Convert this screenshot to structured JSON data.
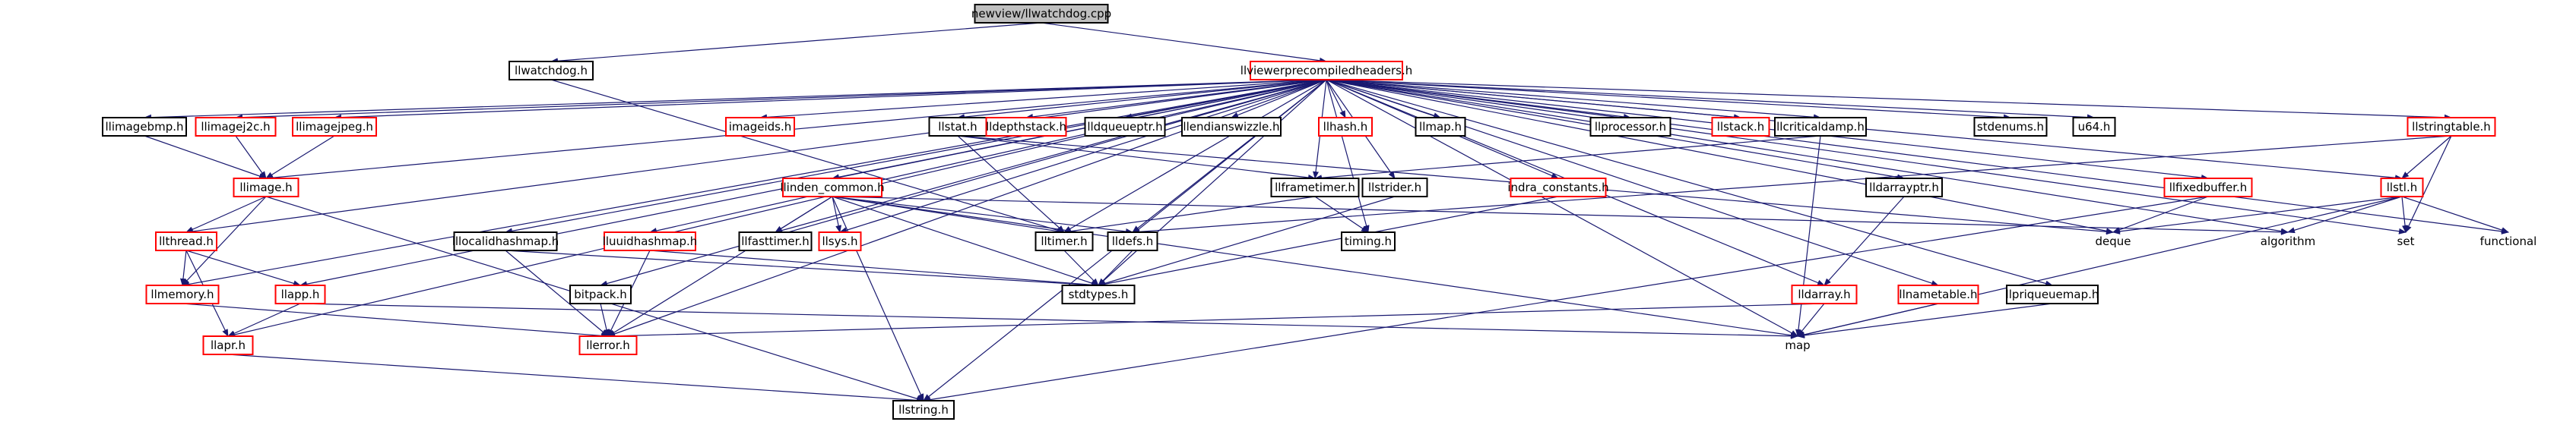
{
  "graph": {
    "nodes": [
      {
        "id": "root",
        "label": "newview/llwatchdog.cpp",
        "style": "root"
      },
      {
        "id": "llwatchdog_h",
        "label": "llwatchdog.h",
        "style": "plain"
      },
      {
        "id": "llviewerprecompiledheaders_h",
        "label": "llviewerprecompiledheaders.h",
        "style": "red"
      },
      {
        "id": "llimagebmp_h",
        "label": "llimagebmp.h",
        "style": "plain"
      },
      {
        "id": "llimagej2c_h",
        "label": "llimagej2c.h",
        "style": "red"
      },
      {
        "id": "llimagejpeg_h",
        "label": "llimagejpeg.h",
        "style": "red"
      },
      {
        "id": "imageids_h",
        "label": "imageids.h",
        "style": "red"
      },
      {
        "id": "llstat_h",
        "label": "llstat.h",
        "style": "plain"
      },
      {
        "id": "lldepthstack_h",
        "label": "lldepthstack.h",
        "style": "red"
      },
      {
        "id": "lldqueueptr_h",
        "label": "lldqueueptr.h",
        "style": "plain"
      },
      {
        "id": "llendianswizzle_h",
        "label": "llendianswizzle.h",
        "style": "plain"
      },
      {
        "id": "llhash_h",
        "label": "llhash.h",
        "style": "red"
      },
      {
        "id": "llmap_h",
        "label": "llmap.h",
        "style": "plain"
      },
      {
        "id": "llprocessor_h",
        "label": "llprocessor.h",
        "style": "plain"
      },
      {
        "id": "llstack_h",
        "label": "llstack.h",
        "style": "red"
      },
      {
        "id": "llcriticaldamp_h",
        "label": "llcriticaldamp.h",
        "style": "plain"
      },
      {
        "id": "stdenums_h",
        "label": "stdenums.h",
        "style": "plain"
      },
      {
        "id": "u64_h",
        "label": "u64.h",
        "style": "plain"
      },
      {
        "id": "llstringtable_h",
        "label": "llstringtable.h",
        "style": "red"
      },
      {
        "id": "llimage_h",
        "label": "llimage.h",
        "style": "red"
      },
      {
        "id": "llframetimer_h",
        "label": "llframetimer.h",
        "style": "plain"
      },
      {
        "id": "llstrider_h",
        "label": "llstrider.h",
        "style": "plain"
      },
      {
        "id": "indra_constants_h",
        "label": "indra_constants.h",
        "style": "red"
      },
      {
        "id": "lldarrayptr_h",
        "label": "lldarrayptr.h",
        "style": "plain"
      },
      {
        "id": "llfixedbuffer_h",
        "label": "llfixedbuffer.h",
        "style": "red"
      },
      {
        "id": "llstl_h",
        "label": "llstl.h",
        "style": "red"
      },
      {
        "id": "llthread_h",
        "label": "llthread.h",
        "style": "red"
      },
      {
        "id": "lllocalidhashmap_h",
        "label": "lllocalidhashmap.h",
        "style": "plain"
      },
      {
        "id": "lluuidhashmap_h",
        "label": "lluuidhashmap.h",
        "style": "red"
      },
      {
        "id": "llfasttimer_h",
        "label": "llfasttimer.h",
        "style": "plain"
      },
      {
        "id": "llsys_h",
        "label": "llsys.h",
        "style": "red"
      },
      {
        "id": "lltimer_h",
        "label": "lltimer.h",
        "style": "plain"
      },
      {
        "id": "lldefs_h",
        "label": "lldefs.h",
        "style": "plain"
      },
      {
        "id": "timing_h",
        "label": "timing.h",
        "style": "plain"
      },
      {
        "id": "deque",
        "label": "deque",
        "style": "bare"
      },
      {
        "id": "algorithm",
        "label": "algorithm",
        "style": "bare"
      },
      {
        "id": "set",
        "label": "set",
        "style": "bare"
      },
      {
        "id": "functional",
        "label": "functional",
        "style": "bare"
      },
      {
        "id": "llmemory_h",
        "label": "llmemory.h",
        "style": "red"
      },
      {
        "id": "llapp_h",
        "label": "llapp.h",
        "style": "red"
      },
      {
        "id": "bitpack_h",
        "label": "bitpack.h",
        "style": "plain"
      },
      {
        "id": "stdtypes_h",
        "label": "stdtypes.h",
        "style": "plain"
      },
      {
        "id": "lldarray_h",
        "label": "lldarray.h",
        "style": "red"
      },
      {
        "id": "llnametable_h",
        "label": "llnametable.h",
        "style": "red"
      },
      {
        "id": "llpriqueuemap_h",
        "label": "llpriqueuemap.h",
        "style": "plain"
      },
      {
        "id": "llapr_h",
        "label": "llapr.h",
        "style": "red"
      },
      {
        "id": "llerror_h",
        "label": "llerror.h",
        "style": "red"
      },
      {
        "id": "map",
        "label": "map",
        "style": "bare"
      },
      {
        "id": "llstring_h",
        "label": "llstring.h",
        "style": "plain"
      },
      {
        "id": "llindex_common_h",
        "label": "llinden_common.h",
        "style": "red"
      }
    ],
    "edges": [
      [
        "root",
        "llwatchdog_h"
      ],
      [
        "root",
        "llviewerprecompiledheaders_h"
      ],
      [
        "llwatchdog_h",
        "lltimer_h"
      ],
      [
        "llviewerprecompiledheaders_h",
        "llimagebmp_h"
      ],
      [
        "llviewerprecompiledheaders_h",
        "llimagej2c_h"
      ],
      [
        "llviewerprecompiledheaders_h",
        "llimagejpeg_h"
      ],
      [
        "llviewerprecompiledheaders_h",
        "imageids_h"
      ],
      [
        "llviewerprecompiledheaders_h",
        "llstat_h"
      ],
      [
        "llviewerprecompiledheaders_h",
        "lldepthstack_h"
      ],
      [
        "llviewerprecompiledheaders_h",
        "lldqueueptr_h"
      ],
      [
        "llviewerprecompiledheaders_h",
        "llendianswizzle_h"
      ],
      [
        "llviewerprecompiledheaders_h",
        "llhash_h"
      ],
      [
        "llviewerprecompiledheaders_h",
        "llmap_h"
      ],
      [
        "llviewerprecompiledheaders_h",
        "llprocessor_h"
      ],
      [
        "llviewerprecompiledheaders_h",
        "llstack_h"
      ],
      [
        "llviewerprecompiledheaders_h",
        "llcriticaldamp_h"
      ],
      [
        "llviewerprecompiledheaders_h",
        "stdenums_h"
      ],
      [
        "llviewerprecompiledheaders_h",
        "u64_h"
      ],
      [
        "llviewerprecompiledheaders_h",
        "llstringtable_h"
      ],
      [
        "llviewerprecompiledheaders_h",
        "llimage_h"
      ],
      [
        "llviewerprecompiledheaders_h",
        "llframetimer_h"
      ],
      [
        "llviewerprecompiledheaders_h",
        "llstrider_h"
      ],
      [
        "llviewerprecompiledheaders_h",
        "indra_constants_h"
      ],
      [
        "llviewerprecompiledheaders_h",
        "lldarrayptr_h"
      ],
      [
        "llviewerprecompiledheaders_h",
        "llfixedbuffer_h"
      ],
      [
        "llviewerprecompiledheaders_h",
        "llstl_h"
      ],
      [
        "llviewerprecompiledheaders_h",
        "llthread_h"
      ],
      [
        "llviewerprecompiledheaders_h",
        "lllocalidhashmap_h"
      ],
      [
        "llviewerprecompiledheaders_h",
        "lluuidhashmap_h"
      ],
      [
        "llviewerprecompiledheaders_h",
        "llfasttimer_h"
      ],
      [
        "llviewerprecompiledheaders_h",
        "llsys_h"
      ],
      [
        "llviewerprecompiledheaders_h",
        "lltimer_h"
      ],
      [
        "llviewerprecompiledheaders_h",
        "lldefs_h"
      ],
      [
        "llviewerprecompiledheaders_h",
        "timing_h"
      ],
      [
        "llviewerprecompiledheaders_h",
        "deque"
      ],
      [
        "llviewerprecompiledheaders_h",
        "algorithm"
      ],
      [
        "llviewerprecompiledheaders_h",
        "set"
      ],
      [
        "llviewerprecompiledheaders_h",
        "functional"
      ],
      [
        "llviewerprecompiledheaders_h",
        "llmemory_h"
      ],
      [
        "llviewerprecompiledheaders_h",
        "llapp_h"
      ],
      [
        "llviewerprecompiledheaders_h",
        "bitpack_h"
      ],
      [
        "llviewerprecompiledheaders_h",
        "stdtypes_h"
      ],
      [
        "llviewerprecompiledheaders_h",
        "lldarray_h"
      ],
      [
        "llviewerprecompiledheaders_h",
        "llnametable_h"
      ],
      [
        "llviewerprecompiledheaders_h",
        "llpriqueuemap_h"
      ],
      [
        "llviewerprecompiledheaders_h",
        "llapr_h"
      ],
      [
        "llviewerprecompiledheaders_h",
        "llerror_h"
      ],
      [
        "llviewerprecompiledheaders_h",
        "map"
      ],
      [
        "llviewerprecompiledheaders_h",
        "llstring_h"
      ],
      [
        "llviewerprecompiledheaders_h",
        "llindex_common_h"
      ],
      [
        "llimagebmp_h",
        "llimage_h"
      ],
      [
        "llimagej2c_h",
        "llimage_h"
      ],
      [
        "llimagejpeg_h",
        "llimage_h"
      ],
      [
        "llimage_h",
        "llthread_h"
      ],
      [
        "llimage_h",
        "llmemory_h"
      ],
      [
        "llimage_h",
        "llstring_h"
      ],
      [
        "llthread_h",
        "llmemory_h"
      ],
      [
        "llthread_h",
        "llapp_h"
      ],
      [
        "llthread_h",
        "llapr_h"
      ],
      [
        "llapp_h",
        "llapr_h"
      ],
      [
        "llapp_h",
        "map"
      ],
      [
        "llmemory_h",
        "llerror_h"
      ],
      [
        "llapr_h",
        "llstring_h"
      ],
      [
        "llstat_h",
        "llframetimer_h"
      ],
      [
        "llstat_h",
        "lltimer_h"
      ],
      [
        "llstat_h",
        "deque"
      ],
      [
        "llframetimer_h",
        "lltimer_h"
      ],
      [
        "llframetimer_h",
        "timing_h"
      ],
      [
        "llstrider_h",
        "stdtypes_h"
      ],
      [
        "indra_constants_h",
        "stdtypes_h"
      ],
      [
        "llcriticaldamp_h",
        "llframetimer_h"
      ],
      [
        "llcriticaldamp_h",
        "map"
      ],
      [
        "lldarrayptr_h",
        "lldarray_h"
      ],
      [
        "lldarray_h",
        "llerror_h"
      ],
      [
        "lldarray_h",
        "map"
      ],
      [
        "llnametable_h",
        "map"
      ],
      [
        "llpriqueuemap_h",
        "map"
      ],
      [
        "llfixedbuffer_h",
        "deque"
      ],
      [
        "llfixedbuffer_h",
        "llstring_h"
      ],
      [
        "llstringtable_h",
        "llstl_h"
      ],
      [
        "llstringtable_h",
        "set"
      ],
      [
        "llstringtable_h",
        "lldefs_h"
      ],
      [
        "llstl_h",
        "deque"
      ],
      [
        "llstl_h",
        "algorithm"
      ],
      [
        "llstl_h",
        "set"
      ],
      [
        "llstl_h",
        "functional"
      ],
      [
        "llstl_h",
        "map"
      ],
      [
        "llindex_common_h",
        "llfasttimer_h"
      ],
      [
        "llindex_common_h",
        "llsys_h"
      ],
      [
        "llindex_common_h",
        "lltimer_h"
      ],
      [
        "llindex_common_h",
        "lldefs_h"
      ],
      [
        "llindex_common_h",
        "stdtypes_h"
      ],
      [
        "llindex_common_h",
        "algorithm"
      ],
      [
        "llindex_common_h",
        "llstring_h"
      ],
      [
        "llindex_common_h",
        "llerror_h"
      ],
      [
        "llindex_common_h",
        "map"
      ],
      [
        "lltimer_h",
        "stdtypes_h"
      ],
      [
        "lldefs_h",
        "stdtypes_h"
      ],
      [
        "lllocalidhashmap_h",
        "llerror_h"
      ],
      [
        "lllocalidhashmap_h",
        "stdtypes_h"
      ],
      [
        "lluuidhashmap_h",
        "llerror_h"
      ],
      [
        "lluuidhashmap_h",
        "stdtypes_h"
      ],
      [
        "bitpack_h",
        "llerror_h"
      ]
    ]
  }
}
